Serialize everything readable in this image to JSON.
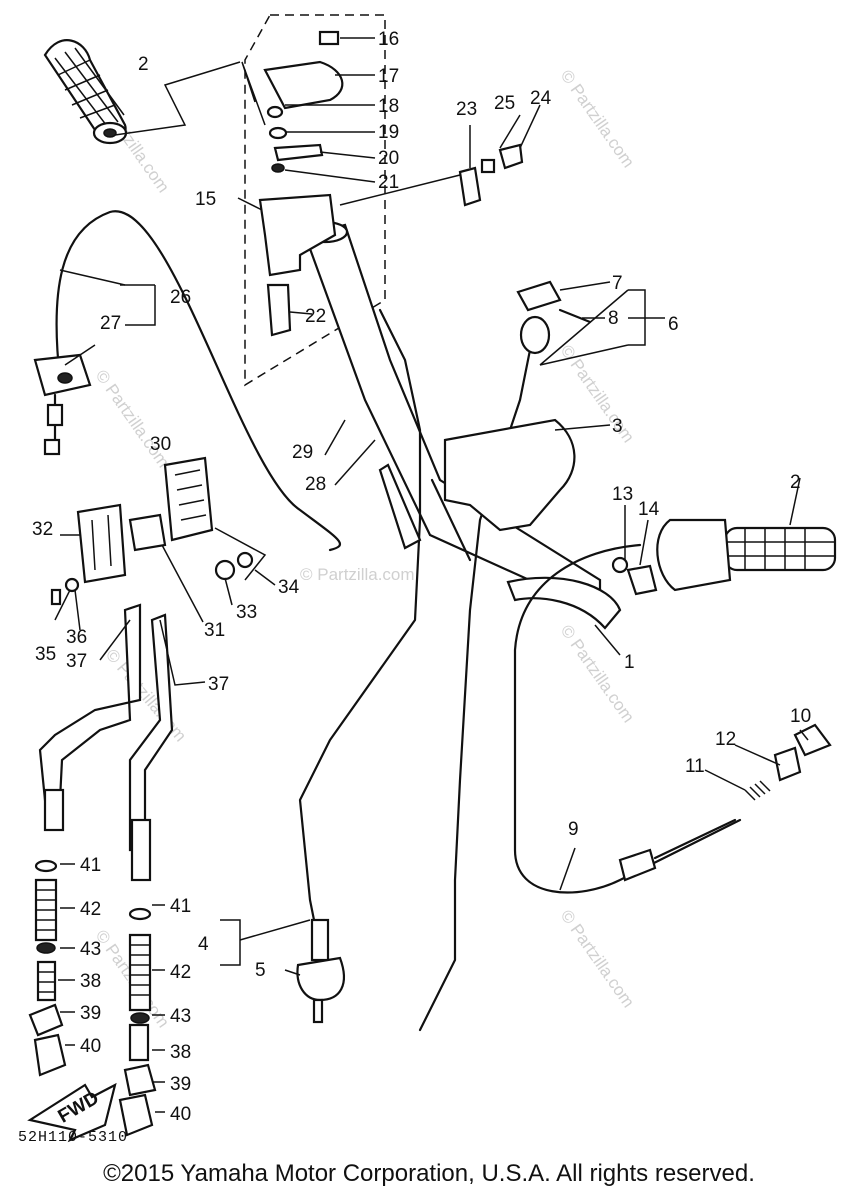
{
  "diagram": {
    "part_numbers": [
      "1",
      "2",
      "2",
      "3",
      "4",
      "5",
      "6",
      "7",
      "8",
      "9",
      "10",
      "11",
      "12",
      "13",
      "14",
      "15",
      "16",
      "17",
      "18",
      "19",
      "20",
      "21",
      "22",
      "23",
      "24",
      "25",
      "26",
      "27",
      "28",
      "29",
      "30",
      "31",
      "32",
      "33",
      "34",
      "35",
      "36",
      "37",
      "37",
      "37",
      "38",
      "38",
      "39",
      "39",
      "40",
      "40",
      "41",
      "41",
      "42",
      "42",
      "43",
      "43"
    ],
    "fwd_label": "FWD",
    "watermarks": [
      "© Partzilla.com",
      "© Partzilla.com",
      "© Partzilla.com",
      "© Partzilla.com",
      "© Partzilla.com",
      "© Partzilla.com",
      "© Partzilla.com",
      "© Partzilla.com",
      "© Partzilla.com"
    ]
  },
  "footer": {
    "code": "52H110-5310",
    "copyright": "©2015 Yamaha Motor Corporation, U.S.A. All rights reserved."
  }
}
